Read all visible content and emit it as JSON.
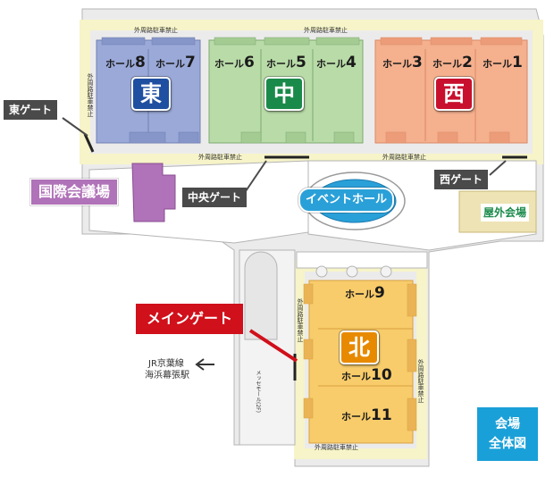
{
  "colors": {
    "east": "#9aa9d8",
    "east_badge": "#1f4fa0",
    "central": "#b9dba8",
    "central_badge": "#1a8a4a",
    "west": "#f5b08e",
    "west_badge": "#c8102e",
    "north": "#f8cc6a",
    "north_badge": "#e88a00",
    "convention": "#b072b8",
    "outdoor": "#ede3b4",
    "event_hall": "#2aa0d8",
    "main_gate": "#d0101a",
    "gate_label": "#4a4a4a",
    "map_label": "#1aa0d8",
    "road": "#f6f4c8"
  },
  "halls": {
    "h8": {
      "prefix": "ホール",
      "num": "8"
    },
    "h7": {
      "prefix": "ホール",
      "num": "7"
    },
    "h6": {
      "prefix": "ホール",
      "num": "6"
    },
    "h5": {
      "prefix": "ホール",
      "num": "5"
    },
    "h4": {
      "prefix": "ホール",
      "num": "4"
    },
    "h3": {
      "prefix": "ホール",
      "num": "3"
    },
    "h2": {
      "prefix": "ホール",
      "num": "2"
    },
    "h1": {
      "prefix": "ホール",
      "num": "1"
    },
    "h9": {
      "prefix": "ホール",
      "num": "9"
    },
    "h10": {
      "prefix": "ホール",
      "num": "10"
    },
    "h11": {
      "prefix": "ホール",
      "num": "11"
    }
  },
  "badges": {
    "east": "東",
    "central": "中",
    "west": "西",
    "north": "北"
  },
  "labels": {
    "east_gate": "東ゲート",
    "west_gate": "西ゲート",
    "central_gate": "中央ゲート",
    "main_gate": "メインゲート",
    "convention": "国際会議場",
    "event_hall": "イベントホール",
    "outdoor": "屋外会場",
    "jr_line1": "JR京葉線",
    "jr_line2": "海浜幕張駅",
    "map_title1": "会場",
    "map_title2": "全体図",
    "no_parking": "外周路駐車禁止",
    "mall": "メッセモール(2F)"
  }
}
